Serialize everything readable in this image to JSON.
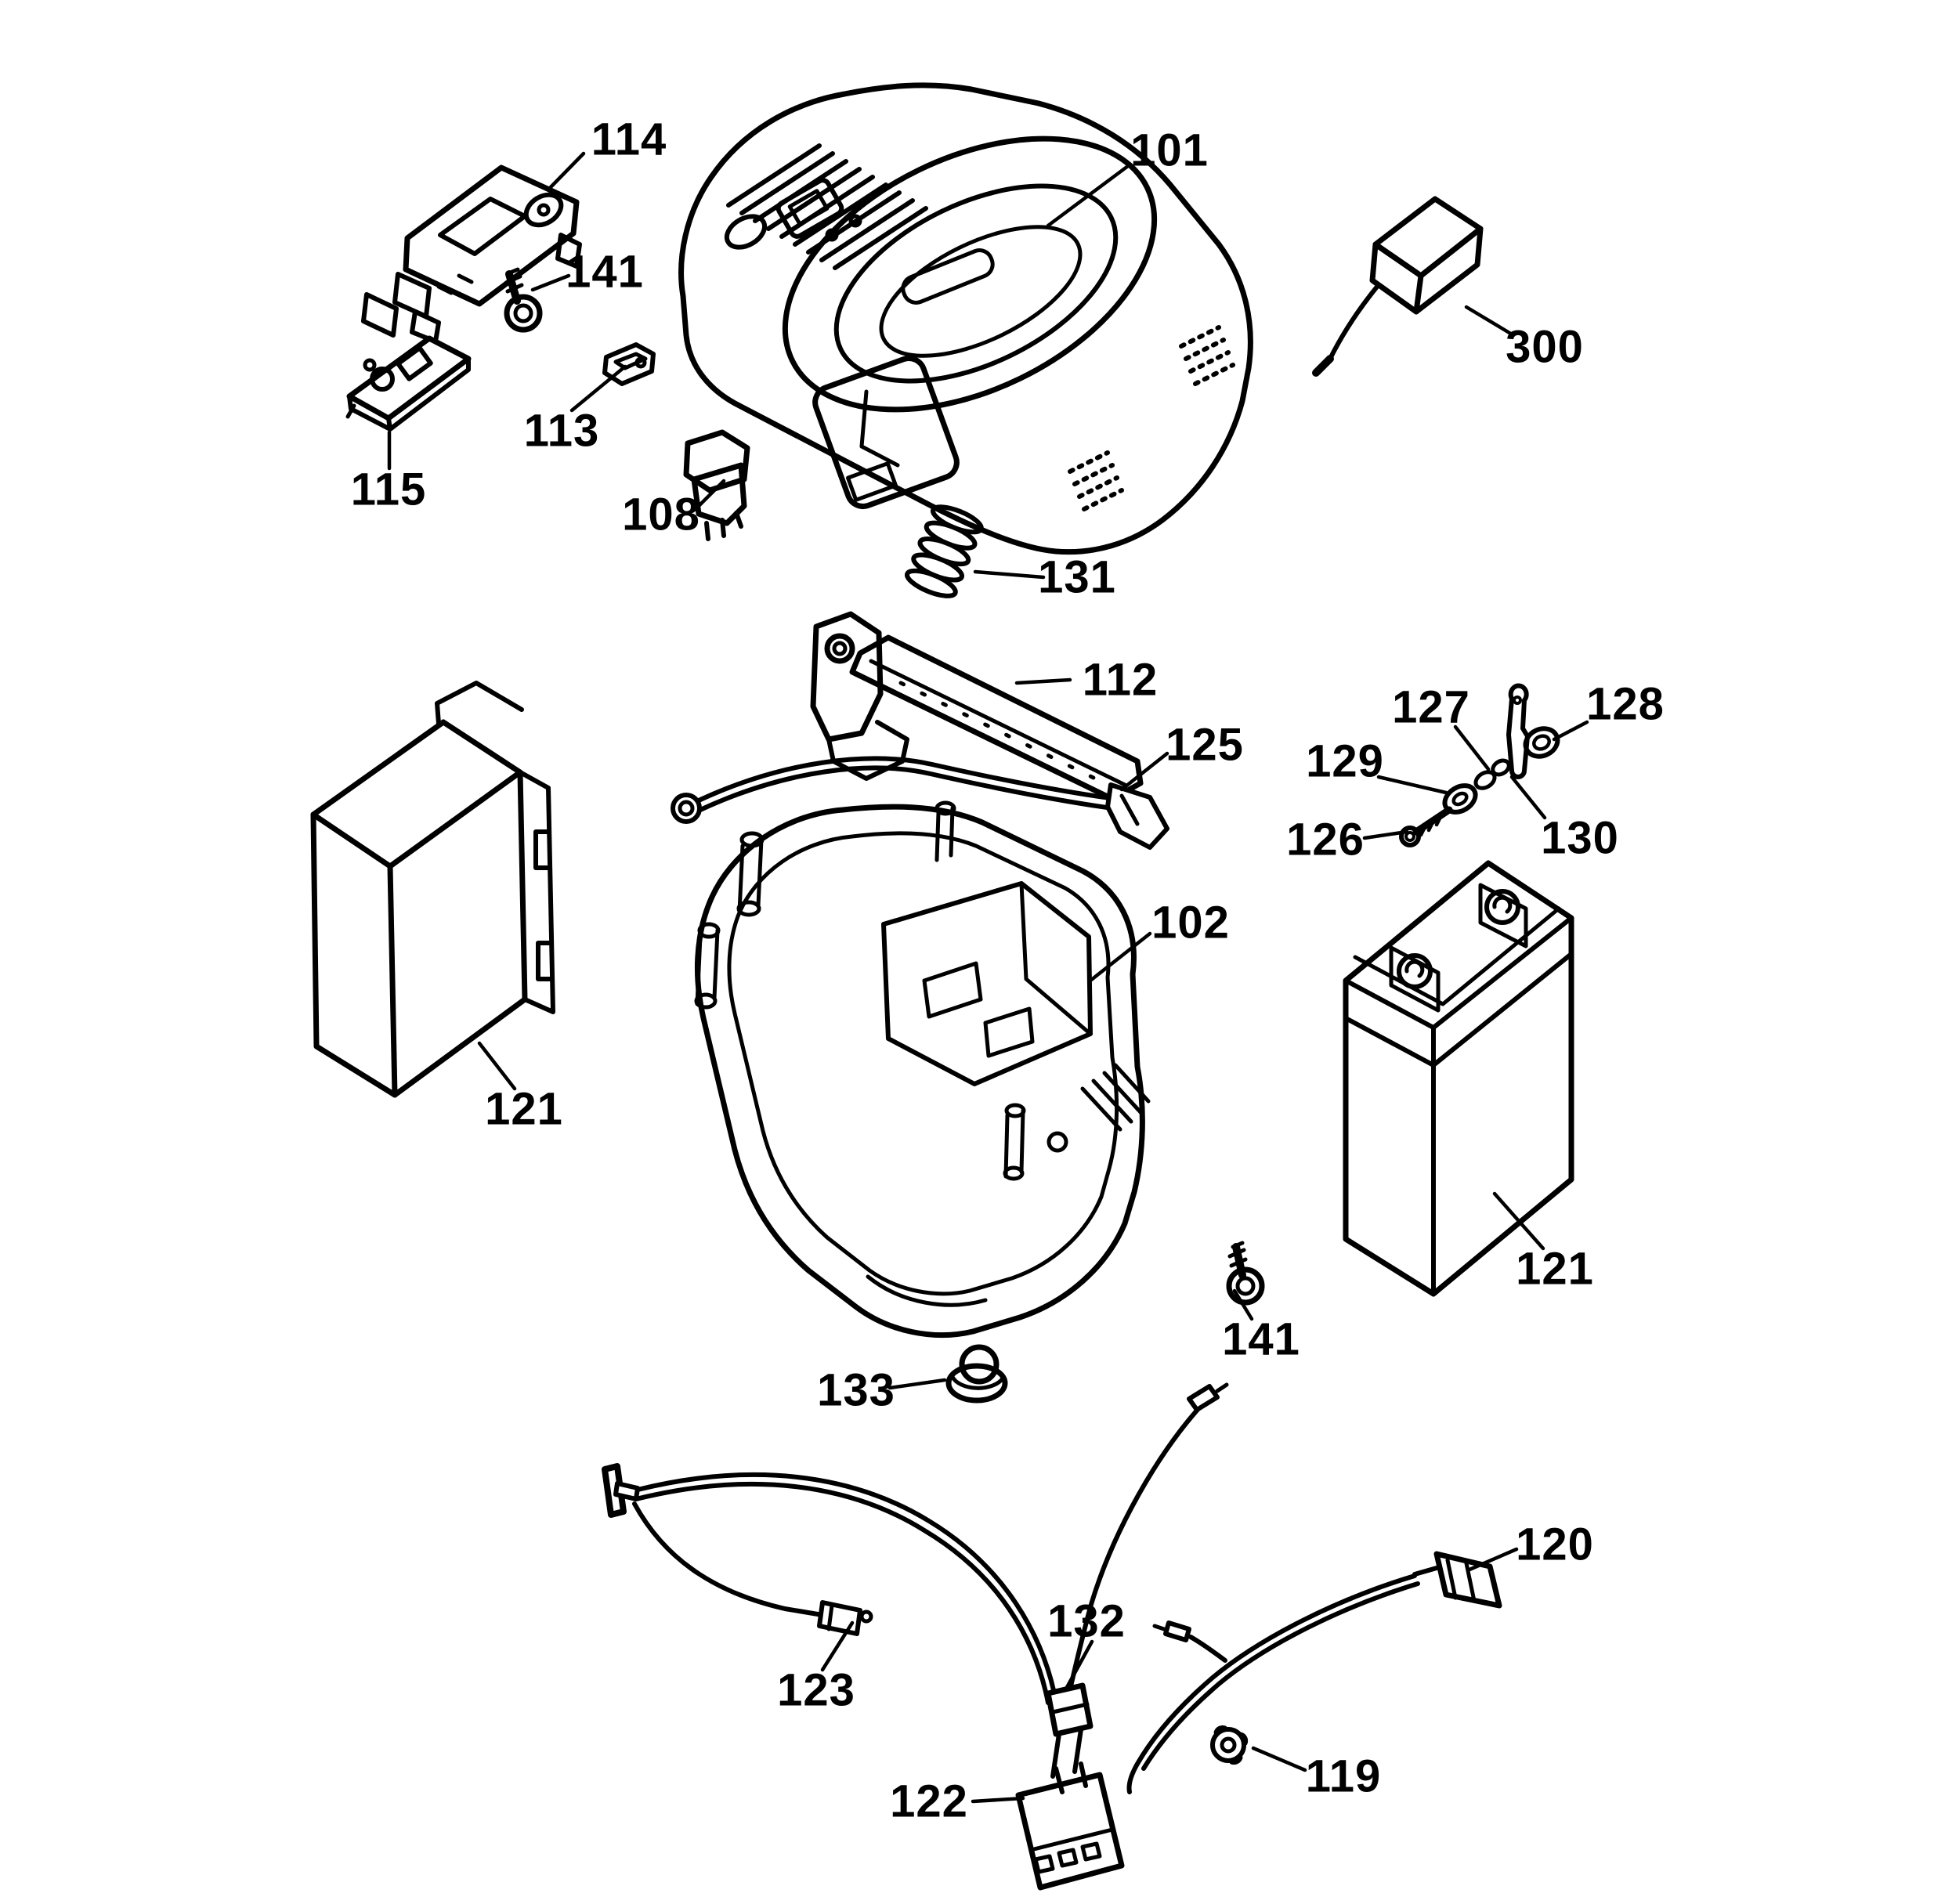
{
  "diagram": {
    "background_color": "#ffffff",
    "ink_color": "#000000",
    "callouts": [
      {
        "id": "114",
        "label": "114"
      },
      {
        "id": "101",
        "label": "101"
      },
      {
        "id": "141-top",
        "label": "141"
      },
      {
        "id": "300",
        "label": "300"
      },
      {
        "id": "113",
        "label": "113"
      },
      {
        "id": "115",
        "label": "115"
      },
      {
        "id": "108",
        "label": "108"
      },
      {
        "id": "131",
        "label": "131"
      },
      {
        "id": "112",
        "label": "112"
      },
      {
        "id": "127",
        "label": "127"
      },
      {
        "id": "128",
        "label": "128"
      },
      {
        "id": "125",
        "label": "125"
      },
      {
        "id": "129",
        "label": "129"
      },
      {
        "id": "126",
        "label": "126"
      },
      {
        "id": "130",
        "label": "130"
      },
      {
        "id": "102",
        "label": "102"
      },
      {
        "id": "121-left",
        "label": "121"
      },
      {
        "id": "121-right",
        "label": "121"
      },
      {
        "id": "141-bottom",
        "label": "141"
      },
      {
        "id": "133",
        "label": "133"
      },
      {
        "id": "120",
        "label": "120"
      },
      {
        "id": "132",
        "label": "132"
      },
      {
        "id": "123",
        "label": "123"
      },
      {
        "id": "119",
        "label": "119"
      },
      {
        "id": "122",
        "label": "122"
      }
    ]
  }
}
